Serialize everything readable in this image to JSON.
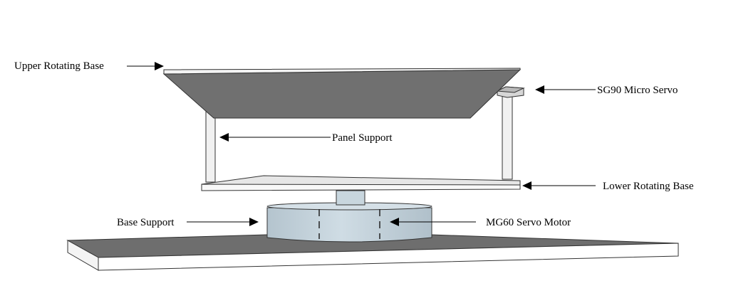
{
  "labels": {
    "upper_rotating_base": "Upper Rotating Base",
    "sg90_micro_servo": "SG90 Micro Servo",
    "panel_support": "Panel Support",
    "lower_rotating_base": "Lower Rotating Base",
    "base_support": "Base Support",
    "mg60_servo_motor": "MG60 Servo Motor"
  },
  "colors": {
    "upper_panel_face": "#707070",
    "ground_plate_top": "#6e6e6e",
    "lower_base_top": "#e6e6e6",
    "cylinder": "#c5d3dc",
    "pillar": "#f1f1f1"
  }
}
